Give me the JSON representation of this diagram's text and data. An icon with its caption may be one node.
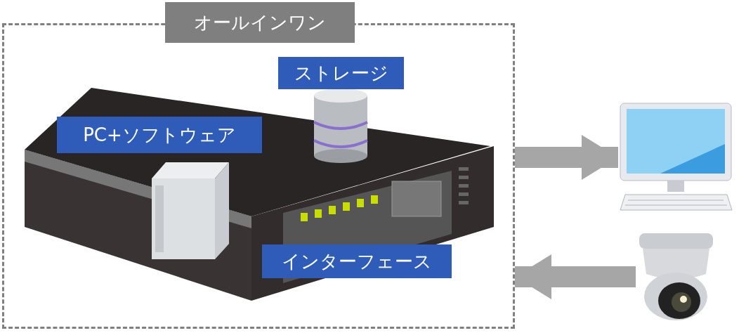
{
  "diagram": {
    "nodes": [
      {
        "text": [
          "オールインワン"
        ]
      },
      {
        "text": [
          "ストレージ"
        ],
        "in": 0
      },
      {
        "text": [
          "PC+ソフトウェア"
        ],
        "in": 0
      },
      {
        "text": [
          "インターフェース"
        ],
        "in": 0
      },
      {
        "text": [],
        "shape": "picture"
      },
      {
        "text": [],
        "shape": "picture"
      }
    ],
    "edges": [
      {
        "from": 0,
        "to": 4,
        "arrow": "to"
      },
      {
        "from": 5,
        "to": 0,
        "arrow": "to"
      }
    ]
  }
}
